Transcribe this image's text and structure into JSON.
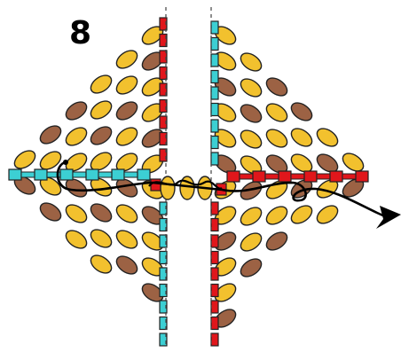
{
  "step_number": "8",
  "colors": {
    "gold_bead": "#f2c12e",
    "brown_bead": "#9c6244",
    "red_bead": "#e0161b",
    "teal_bead": "#3ccfd3",
    "outline": "#222222",
    "thread": "#000000",
    "fold_line": "#444444"
  },
  "icons": {
    "thread_path": "needle-thread-path",
    "arrow": "arrow-right-icon",
    "fold_line": "dashed-fold-line"
  }
}
